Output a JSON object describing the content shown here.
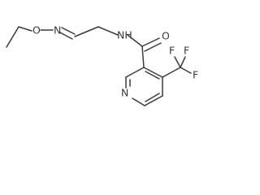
{
  "molecule": {
    "atoms": {
      "o_ether": "O",
      "n_oxime": "N",
      "nh_amide": "NH",
      "o_carbonyl": "O",
      "n_pyridine": "N",
      "f_top_left": "F",
      "f_top_right": "F",
      "f_right": "F"
    },
    "colors": {
      "ink": "#3a3a3a",
      "background": "#ffffff"
    }
  }
}
